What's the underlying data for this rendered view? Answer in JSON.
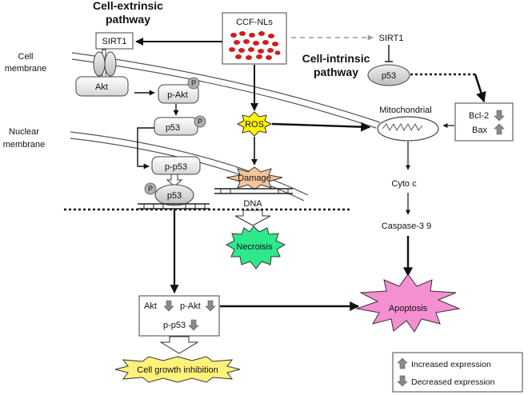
{
  "pathways": {
    "extrinsic": [
      "Cell-extrinsic",
      "pathway"
    ],
    "intrinsic": [
      "Cell-intrinsic",
      "pathway"
    ]
  },
  "membranes": {
    "cell": [
      "Cell",
      "membrane"
    ],
    "nuclear": [
      "Nuclear",
      "membrane"
    ]
  },
  "nodes": {
    "ccf": "CCF-NLs",
    "sirt1_left": "SIRT1",
    "akt": "Akt",
    "p_akt": "p-Akt",
    "p53_nuc": "p53",
    "p_p53": "p-p53",
    "p53_dna": "p53",
    "ros": "ROS",
    "damage": "Damage",
    "dna": "DNA",
    "necrosis": "Necroisis",
    "sirt1_right": "SIRT1",
    "p53_right": "p53",
    "mito": "Mitochondrial",
    "bcl2": "Bcl-2",
    "bax": "Bax",
    "cyto": "Cyto c",
    "caspase": "Caspase-3 9",
    "apoptosis": "Apoptosis",
    "growth": "Cell growth inhibition"
  },
  "phospho": "P",
  "summary_box": {
    "akt": "Akt",
    "p_akt": "p-Akt",
    "p_p53": "p-p53"
  },
  "legend": {
    "increased": "Increased expression",
    "decreased": "Decreased expression"
  },
  "colors": {
    "pill_top": "#ffffff",
    "pill_bottom": "#dcdcdc",
    "ros": "#fff200",
    "damage": "#f5c59a",
    "necrosis": "#2ee88c",
    "apoptosis": "#f48fd0",
    "growth": "#fff27a",
    "particles": "#cc1f1f",
    "phospho": "#b0b0b0"
  }
}
